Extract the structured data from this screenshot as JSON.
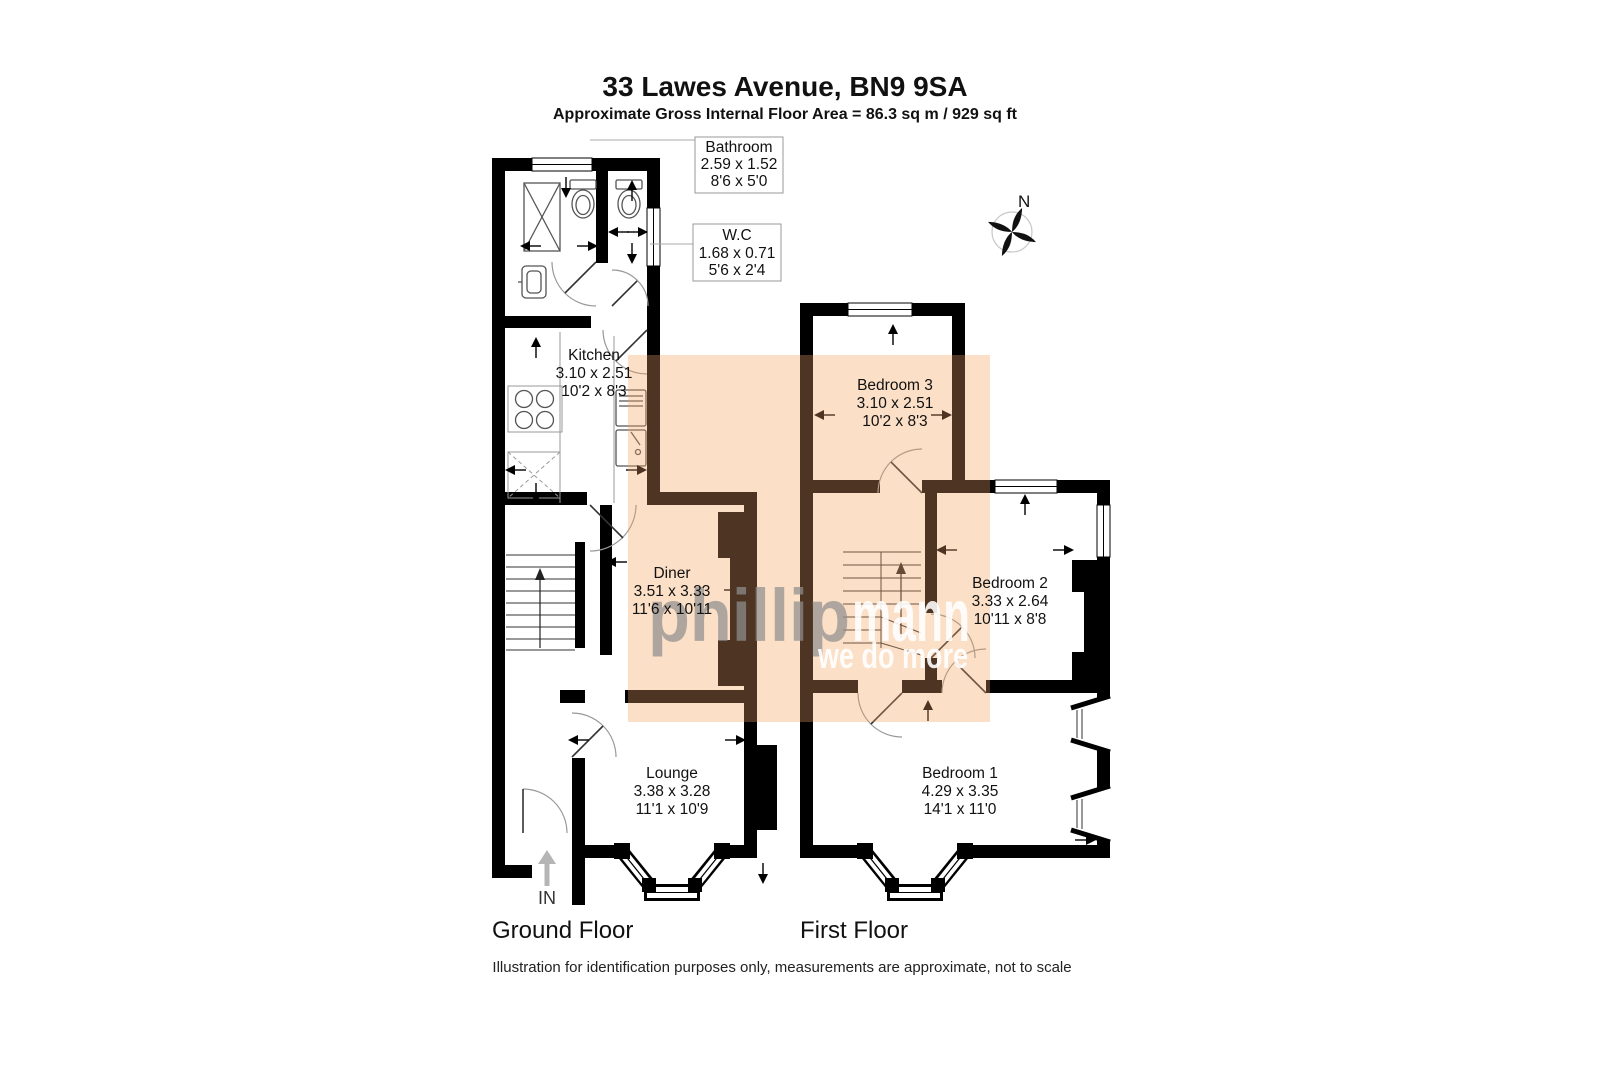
{
  "header": {
    "title": "33 Lawes Avenue, BN9 9SA",
    "subtitle": "Approximate Gross Internal Floor Area = 86.3 sq m / 929 sq ft"
  },
  "rooms": {
    "bathroom": {
      "name": "Bathroom",
      "metric": "2.59 x 1.52",
      "imperial": "8'6 x 5'0"
    },
    "wc": {
      "name": "W.C",
      "metric": "1.68 x 0.71",
      "imperial": "5'6 x 2'4"
    },
    "kitchen": {
      "name": "Kitchen",
      "metric": "3.10 x 2.51",
      "imperial": "10'2 x 8'3"
    },
    "bedroom3": {
      "name": "Bedroom 3",
      "metric": "3.10 x 2.51",
      "imperial": "10'2 x 8'3"
    },
    "diner": {
      "name": "Diner",
      "metric": "3.51 x 3.33",
      "imperial": "11'6 x 10'11"
    },
    "bedroom2": {
      "name": "Bedroom 2",
      "metric": "3.33 x 2.64",
      "imperial": "10'11 x 8'8"
    },
    "lounge": {
      "name": "Lounge",
      "metric": "3.38 x 3.28",
      "imperial": "11'1 x 10'9"
    },
    "bedroom1": {
      "name": "Bedroom 1",
      "metric": "4.29 x 3.35",
      "imperial": "14'1 x 11'0"
    }
  },
  "floors": {
    "ground": "Ground Floor",
    "first": "First Floor"
  },
  "compass": {
    "north": "N"
  },
  "entrance": {
    "label": "IN"
  },
  "watermark": {
    "part1": "phillip",
    "part2": "mann",
    "tagline": "we do more"
  },
  "footer": {
    "disclaimer": "Illustration for identification purposes only, measurements are approximate, not to scale"
  },
  "colors": {
    "overlay": "#f9d7bd",
    "overlay_wall_tint": "#4e3422",
    "wall": "#000000",
    "watermark_gray": "#8f8f8f",
    "watermark_white": "#ffffff"
  }
}
